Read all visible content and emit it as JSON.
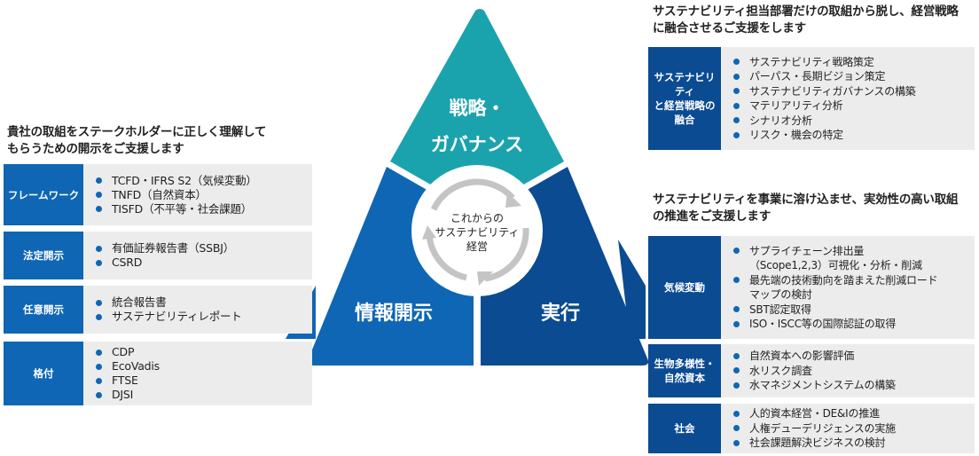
{
  "center": {
    "lines": [
      "これからの",
      "サステナビリティ",
      "経営"
    ]
  },
  "segments": {
    "top": {
      "lines": [
        "戦略・",
        "ガバナンス"
      ],
      "color": "#1ba3ad"
    },
    "left": {
      "label": "情報開示",
      "color": "#0f66b5"
    },
    "right": {
      "label": "実行",
      "color": "#0b4b92"
    }
  },
  "left_panel": {
    "intro": [
      "貴社の取組をステークホルダーに正しく理解して",
      "もらうための開示をご支援します"
    ],
    "rows": [
      {
        "category": "フレームワーク",
        "items": [
          "TCFD・IFRS S2（気候変動）",
          "TNFD（自然資本）",
          "TISFD（不平等・社会課題）"
        ]
      },
      {
        "category": "法定開示",
        "items": [
          "有価証券報告書（SSBJ）",
          "CSRD"
        ]
      },
      {
        "category": "任意開示",
        "items": [
          "統合報告書",
          "サステナビリティレポート"
        ]
      },
      {
        "category": "格付",
        "items": [
          "CDP",
          "EcoVadis",
          "FTSE",
          "DJSI"
        ]
      }
    ]
  },
  "right_top_panel": {
    "intro": [
      "サステナビリティ担当部署だけの取組から脱し、経営戦略",
      "に融合させるご支援をします"
    ],
    "rows": [
      {
        "category": [
          "サステナビリティ",
          "と経営戦略の",
          "融合"
        ],
        "items": [
          "サステナビリティ戦略策定",
          "パーパス・長期ビジョン策定",
          "サステナビリティガバナンスの構築",
          "マテリアリティ分析",
          "シナリオ分析",
          "リスク・機会の特定"
        ]
      }
    ]
  },
  "right_bottom_panel": {
    "intro": [
      "サステナビリティを事業に溶け込ませ、実効性の高い取組",
      "の推進をご支援します"
    ],
    "rows": [
      {
        "category": [
          "気候変動"
        ],
        "items": [
          {
            "text": "サプライチェーン排出量",
            "bullet": true
          },
          {
            "text": "（Scope1,2,3）可視化・分析・削減",
            "bullet": false
          },
          {
            "text": "最先端の技術動向を踏まえた削減ロード",
            "bullet": true
          },
          {
            "text": "マップの検討",
            "bullet": false
          },
          {
            "text": "SBT認定取得",
            "bullet": true
          },
          {
            "text": "ISO・ISCC等の国際認証の取得",
            "bullet": true
          }
        ]
      },
      {
        "category": [
          "生物多様性・",
          "自然資本"
        ],
        "items": [
          {
            "text": "自然資本への影響評価",
            "bullet": true
          },
          {
            "text": "水リスク調査",
            "bullet": true
          },
          {
            "text": "水マネジメントシステムの構築",
            "bullet": true
          }
        ]
      },
      {
        "category": [
          "社会"
        ],
        "items": [
          {
            "text": "人的資本経営・DE&Iの推進",
            "bullet": true
          },
          {
            "text": "人権デューデリジェンスの実施",
            "bullet": true
          },
          {
            "text": "社会課題解決ビジネスの検討",
            "bullet": true
          }
        ]
      }
    ]
  }
}
